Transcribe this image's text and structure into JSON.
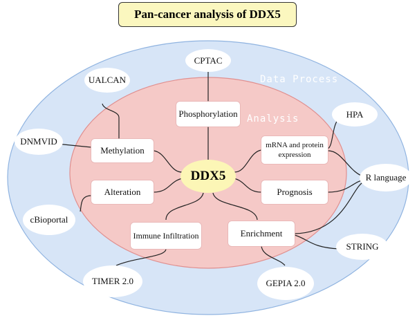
{
  "title": "Pan-cancer analysis of DDX5",
  "center_label": "DDX5",
  "regions": {
    "outer_label": "Data Process",
    "inner_label": "Analysis"
  },
  "analysis_nodes": {
    "phosphorylation": "Phosphorylation",
    "methylation": "Methylation",
    "alteration": "Alteration",
    "mrna_protein": [
      "mRNA and protein",
      "expression"
    ],
    "prognosis": "Prognosis",
    "immune": "Immune Infiltration",
    "enrichment": "Enrichment"
  },
  "data_sources": {
    "cptac": "CPTAC",
    "ualcan": "UALCAN",
    "dnmvid": "DNMVID",
    "cbioportal": "cBioportal",
    "hpa": "HPA",
    "r_language": "R language",
    "string": "STRING",
    "timer": "TIMER 2.0",
    "gepia": "GEPIA 2.0"
  },
  "colors": {
    "outer_fill": "#d7e5f7",
    "outer_stroke": "#8fb3e0",
    "inner_fill": "#f5c9c7",
    "inner_stroke": "#e08f8f",
    "center_fill": "#fcf6b6",
    "title_fill": "#fbf7bf"
  }
}
